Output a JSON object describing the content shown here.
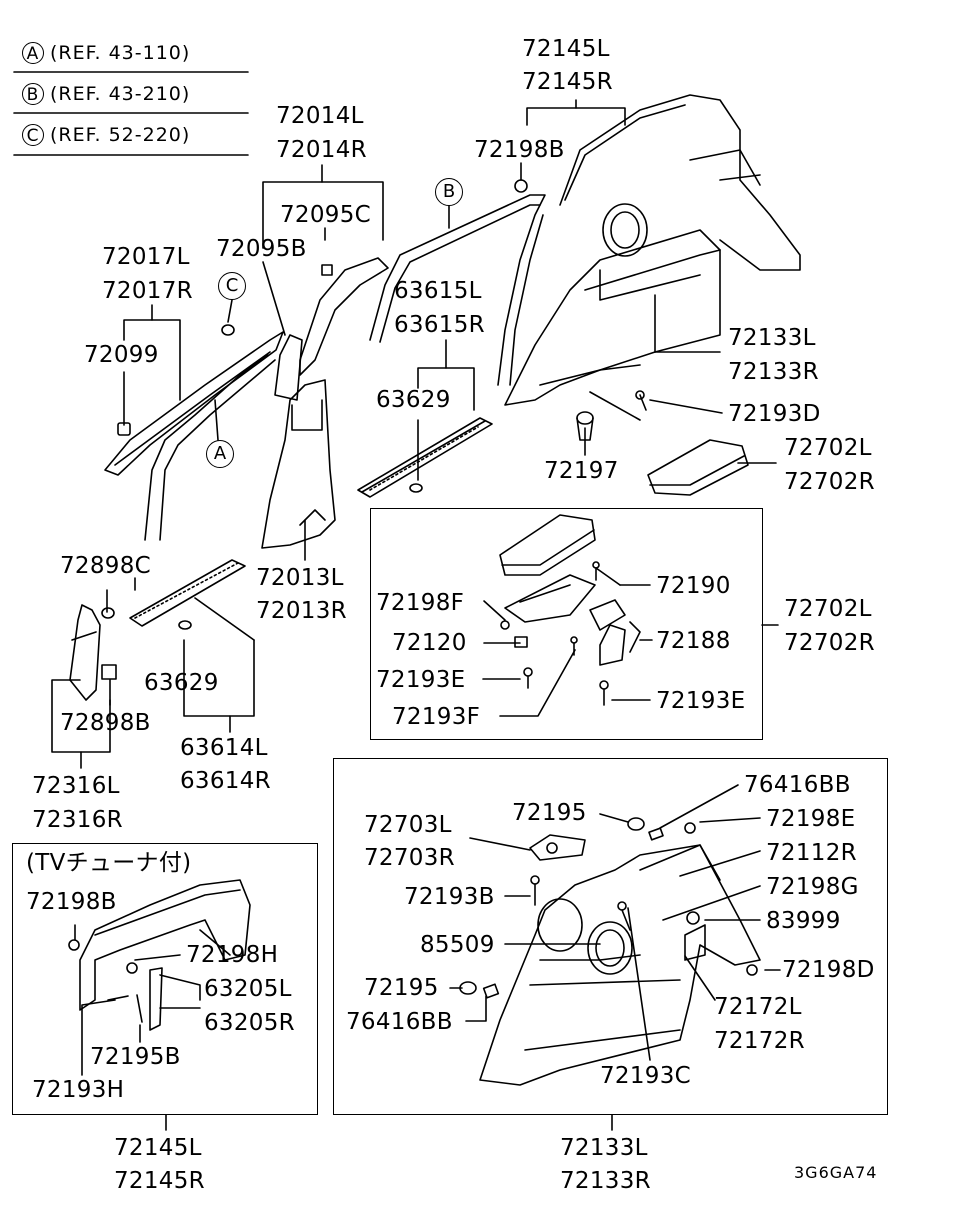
{
  "references": [
    {
      "letter": "A",
      "text": "(REF. 43-110)"
    },
    {
      "letter": "B",
      "text": "(REF. 43-210)"
    },
    {
      "letter": "C",
      "text": "(REF. 52-220)"
    }
  ],
  "callouts": {
    "A": "A",
    "B": "B",
    "C": "C"
  },
  "parts": {
    "p72145L_top": "72145L",
    "p72145R_top": "72145R",
    "p72014L": "72014L",
    "p72014R": "72014R",
    "p72198B_top": "72198B",
    "p72095C": "72095C",
    "p72095B": "72095B",
    "p72017L": "72017L",
    "p72017R": "72017R",
    "p63615L": "63615L",
    "p63615R": "63615R",
    "p72099": "72099",
    "p72133L_top": "72133L",
    "p72133R_top": "72133R",
    "p63629_top": "63629",
    "p72193D": "72193D",
    "p72197": "72197",
    "p72702L_top": "72702L",
    "p72702R_top": "72702R",
    "p72898C": "72898C",
    "p72013L": "72013L",
    "p72013R": "72013R",
    "p72190": "72190",
    "p72198F": "72198F",
    "p72702L_mid": "72702L",
    "p72702R_mid": "72702R",
    "p72120": "72120",
    "p72188": "72188",
    "p63629_mid": "63629",
    "p72193E_left": "72193E",
    "p72898B": "72898B",
    "p72193E_right": "72193E",
    "p72193F": "72193F",
    "p63614L": "63614L",
    "p63614R": "63614R",
    "p72316L": "72316L",
    "p72316R": "72316R",
    "p76416BB_top": "76416BB",
    "p72195_top": "72195",
    "p72198E": "72198E",
    "p72703L": "72703L",
    "p72703R": "72703R",
    "p72112R": "72112R",
    "p72193B": "72193B",
    "p72198G": "72198G",
    "p83999": "83999",
    "p85509": "85509",
    "p72198D": "72198D",
    "p72195_bot": "72195",
    "p72172L": "72172L",
    "p76416BB_bot": "76416BB",
    "p72172R": "72172R",
    "p72193C": "72193C",
    "tv_title": "(TVチューナ付)",
    "p72198B_tv": "72198B",
    "p72198H": "72198H",
    "p63205L": "63205L",
    "p63205R": "63205R",
    "p72195B": "72195B",
    "p72193H": "72193H",
    "p72145L_bot": "72145L",
    "p72145R_bot": "72145R",
    "p72133L_bot": "72133L",
    "p72133R_bot": "72133R"
  },
  "diagram_code": "3G6GA74"
}
